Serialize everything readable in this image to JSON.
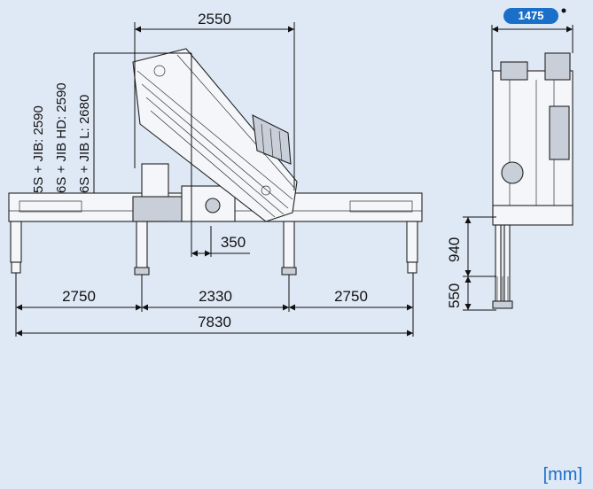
{
  "dimensions": {
    "top_width": "2550",
    "inner_offset": "350",
    "span_left": "2750",
    "span_center": "2330",
    "span_right": "2750",
    "span_total": "7830",
    "height_upper": "940",
    "height_lower": "550",
    "height_labels": [
      "5S + JIB: 2590",
      "6S + JIB HD: 2590",
      "6S + JIB L: 2680"
    ]
  },
  "badge": {
    "label": "1475"
  },
  "unit_label": "[mm]",
  "colors": {
    "background": "#dfe9f6",
    "badge": "#1a6fc9",
    "unit": "#1a6fc9",
    "line": "#111111"
  }
}
